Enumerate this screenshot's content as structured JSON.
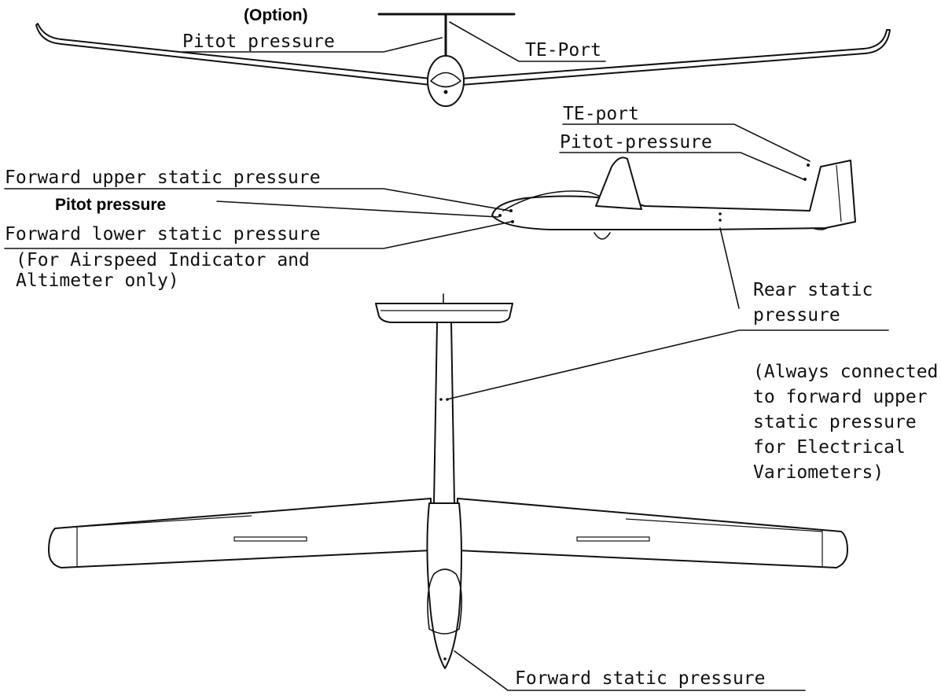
{
  "front_view": {
    "option": "(Option)",
    "pitot": "Pitot pressure",
    "te_port": "TE-Port"
  },
  "side_view": {
    "te_port": "TE-port",
    "pitot": "Pitot-pressure",
    "fwd_upper_static": "Forward upper static pressure",
    "pitot_nose": "Pitot pressure",
    "fwd_lower_static": "Forward lower static pressure",
    "note_line1": "(For Airspeed Indicator and",
    "note_line2": "Altimeter only)"
  },
  "plan_view": {
    "rear_static_line1": "Rear static",
    "rear_static_line2": "pressure",
    "note_line1": "(Always connected",
    "note_line2": "to forward upper",
    "note_line3": "static pressure",
    "note_line4": "for Electrical",
    "note_line5": "Variometers)",
    "fwd_static": "Forward static pressure"
  }
}
